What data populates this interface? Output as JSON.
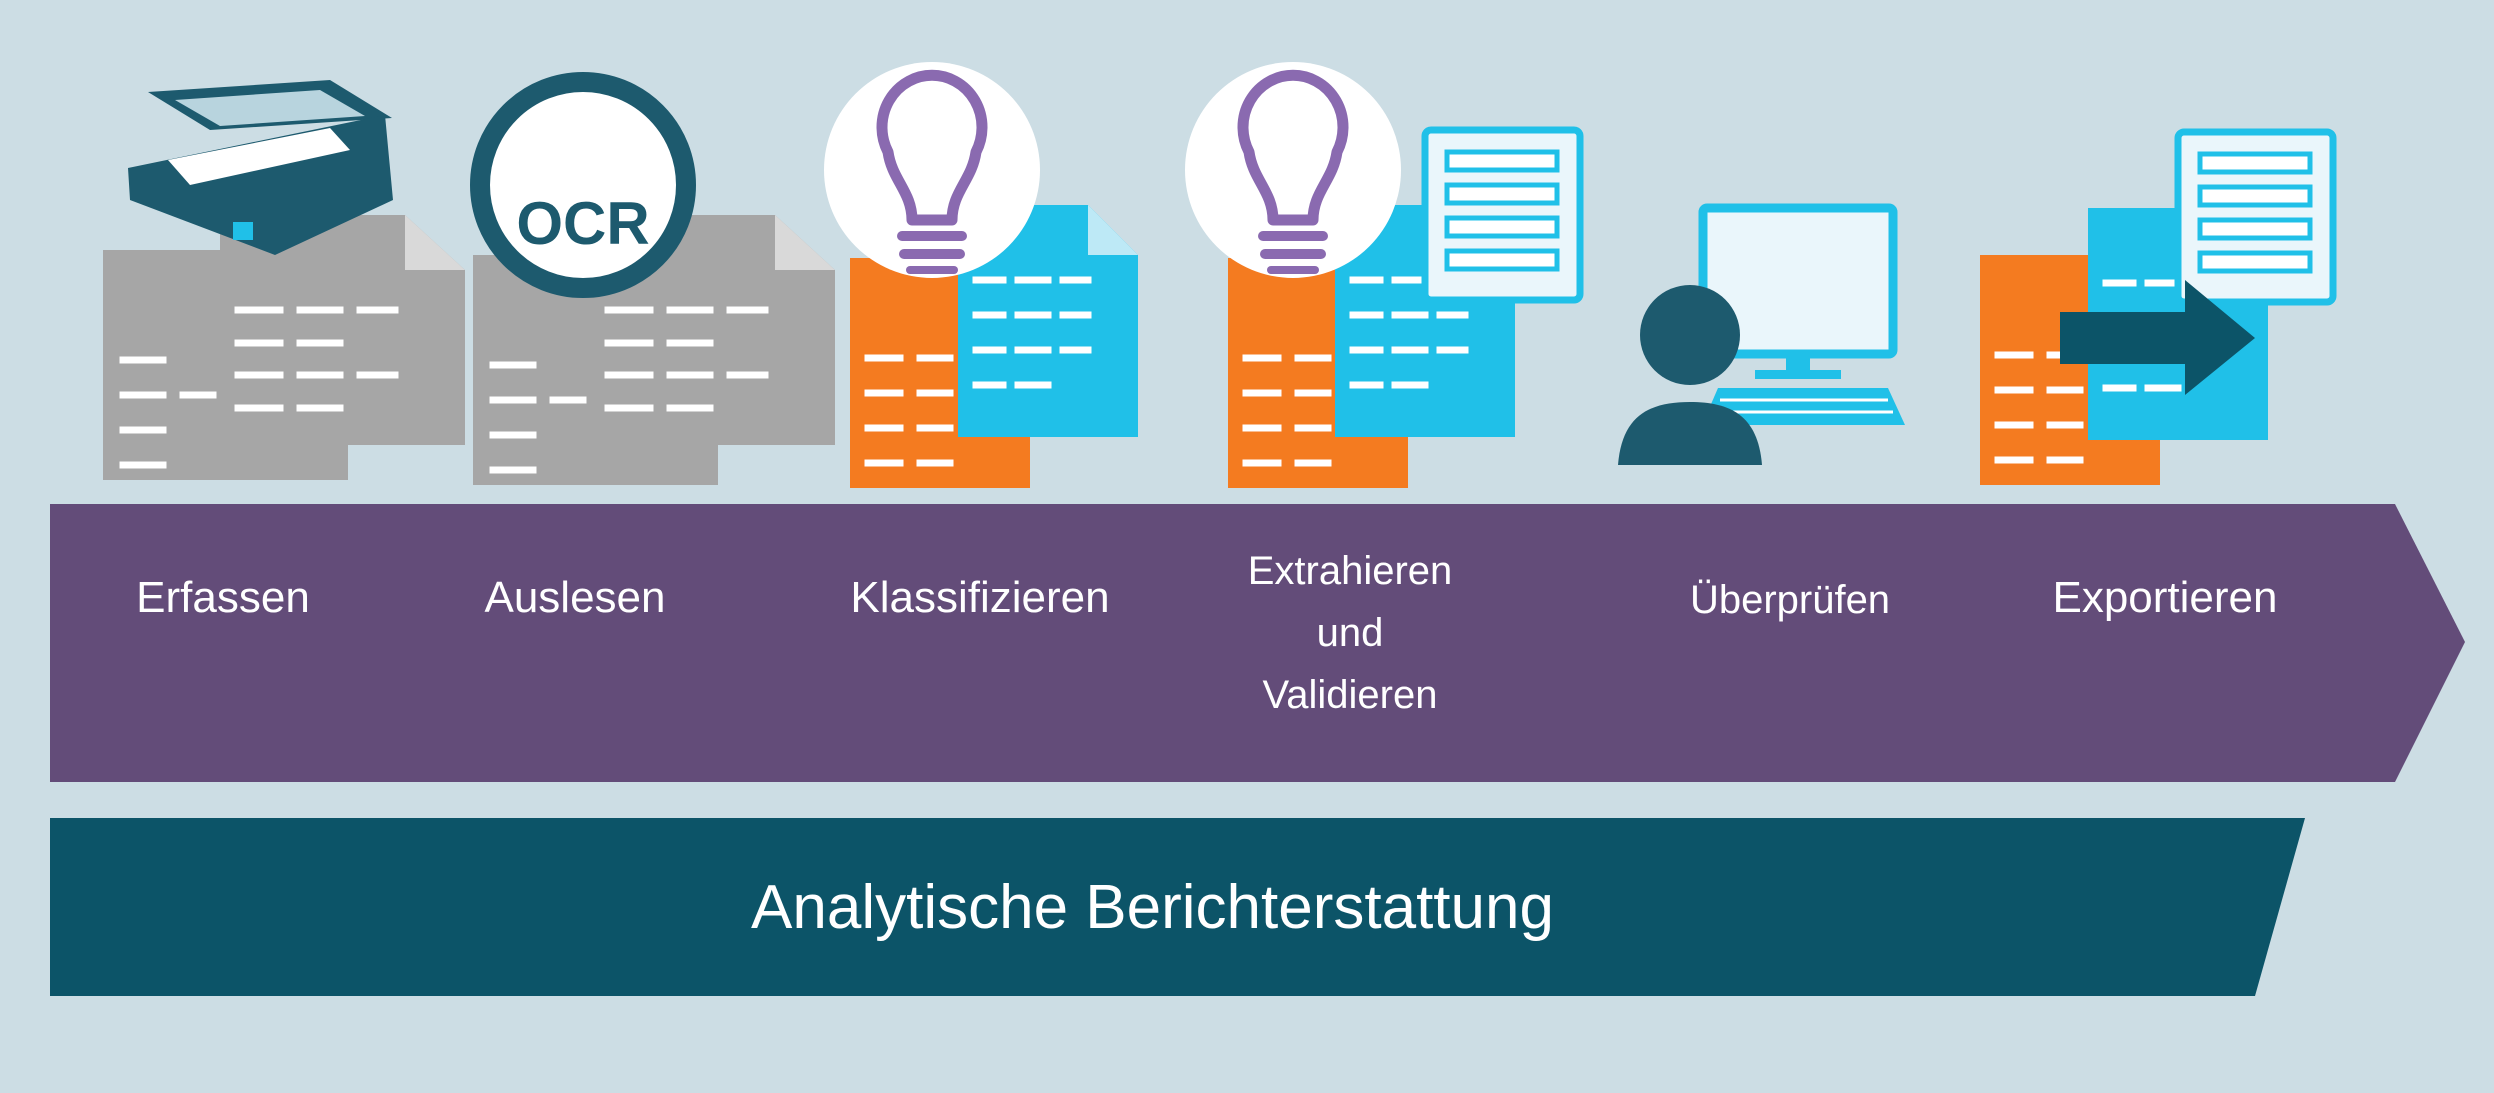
{
  "steps": [
    {
      "label": "Erfassen",
      "icon": "scanner-icon"
    },
    {
      "label": "Auslesen",
      "icon": "ocr-icon"
    },
    {
      "label": "Klassifizieren",
      "icon": "lightbulb-icon"
    },
    {
      "label_lines": [
        "Extrahieren",
        "und",
        "Validieren"
      ],
      "icon": "lightbulb-form-icon"
    },
    {
      "label": "Überprüfen",
      "icon": "user-computer-icon"
    },
    {
      "label": "Exportieren",
      "icon": "export-icon"
    }
  ],
  "ocr_badge": "OCR",
  "report_bar": {
    "label": "Analytische Berichterstattung"
  },
  "colors": {
    "background": "#ccdde4",
    "process_arrow": "#634c79",
    "report_arrow": "#0c5468",
    "doc_gray": "#a6a6a6",
    "doc_orange": "#f47b20",
    "doc_cyan": "#20c0e8",
    "scanner_teal": "#1d5a6e",
    "bulb_purple": "#8a6ab0"
  }
}
